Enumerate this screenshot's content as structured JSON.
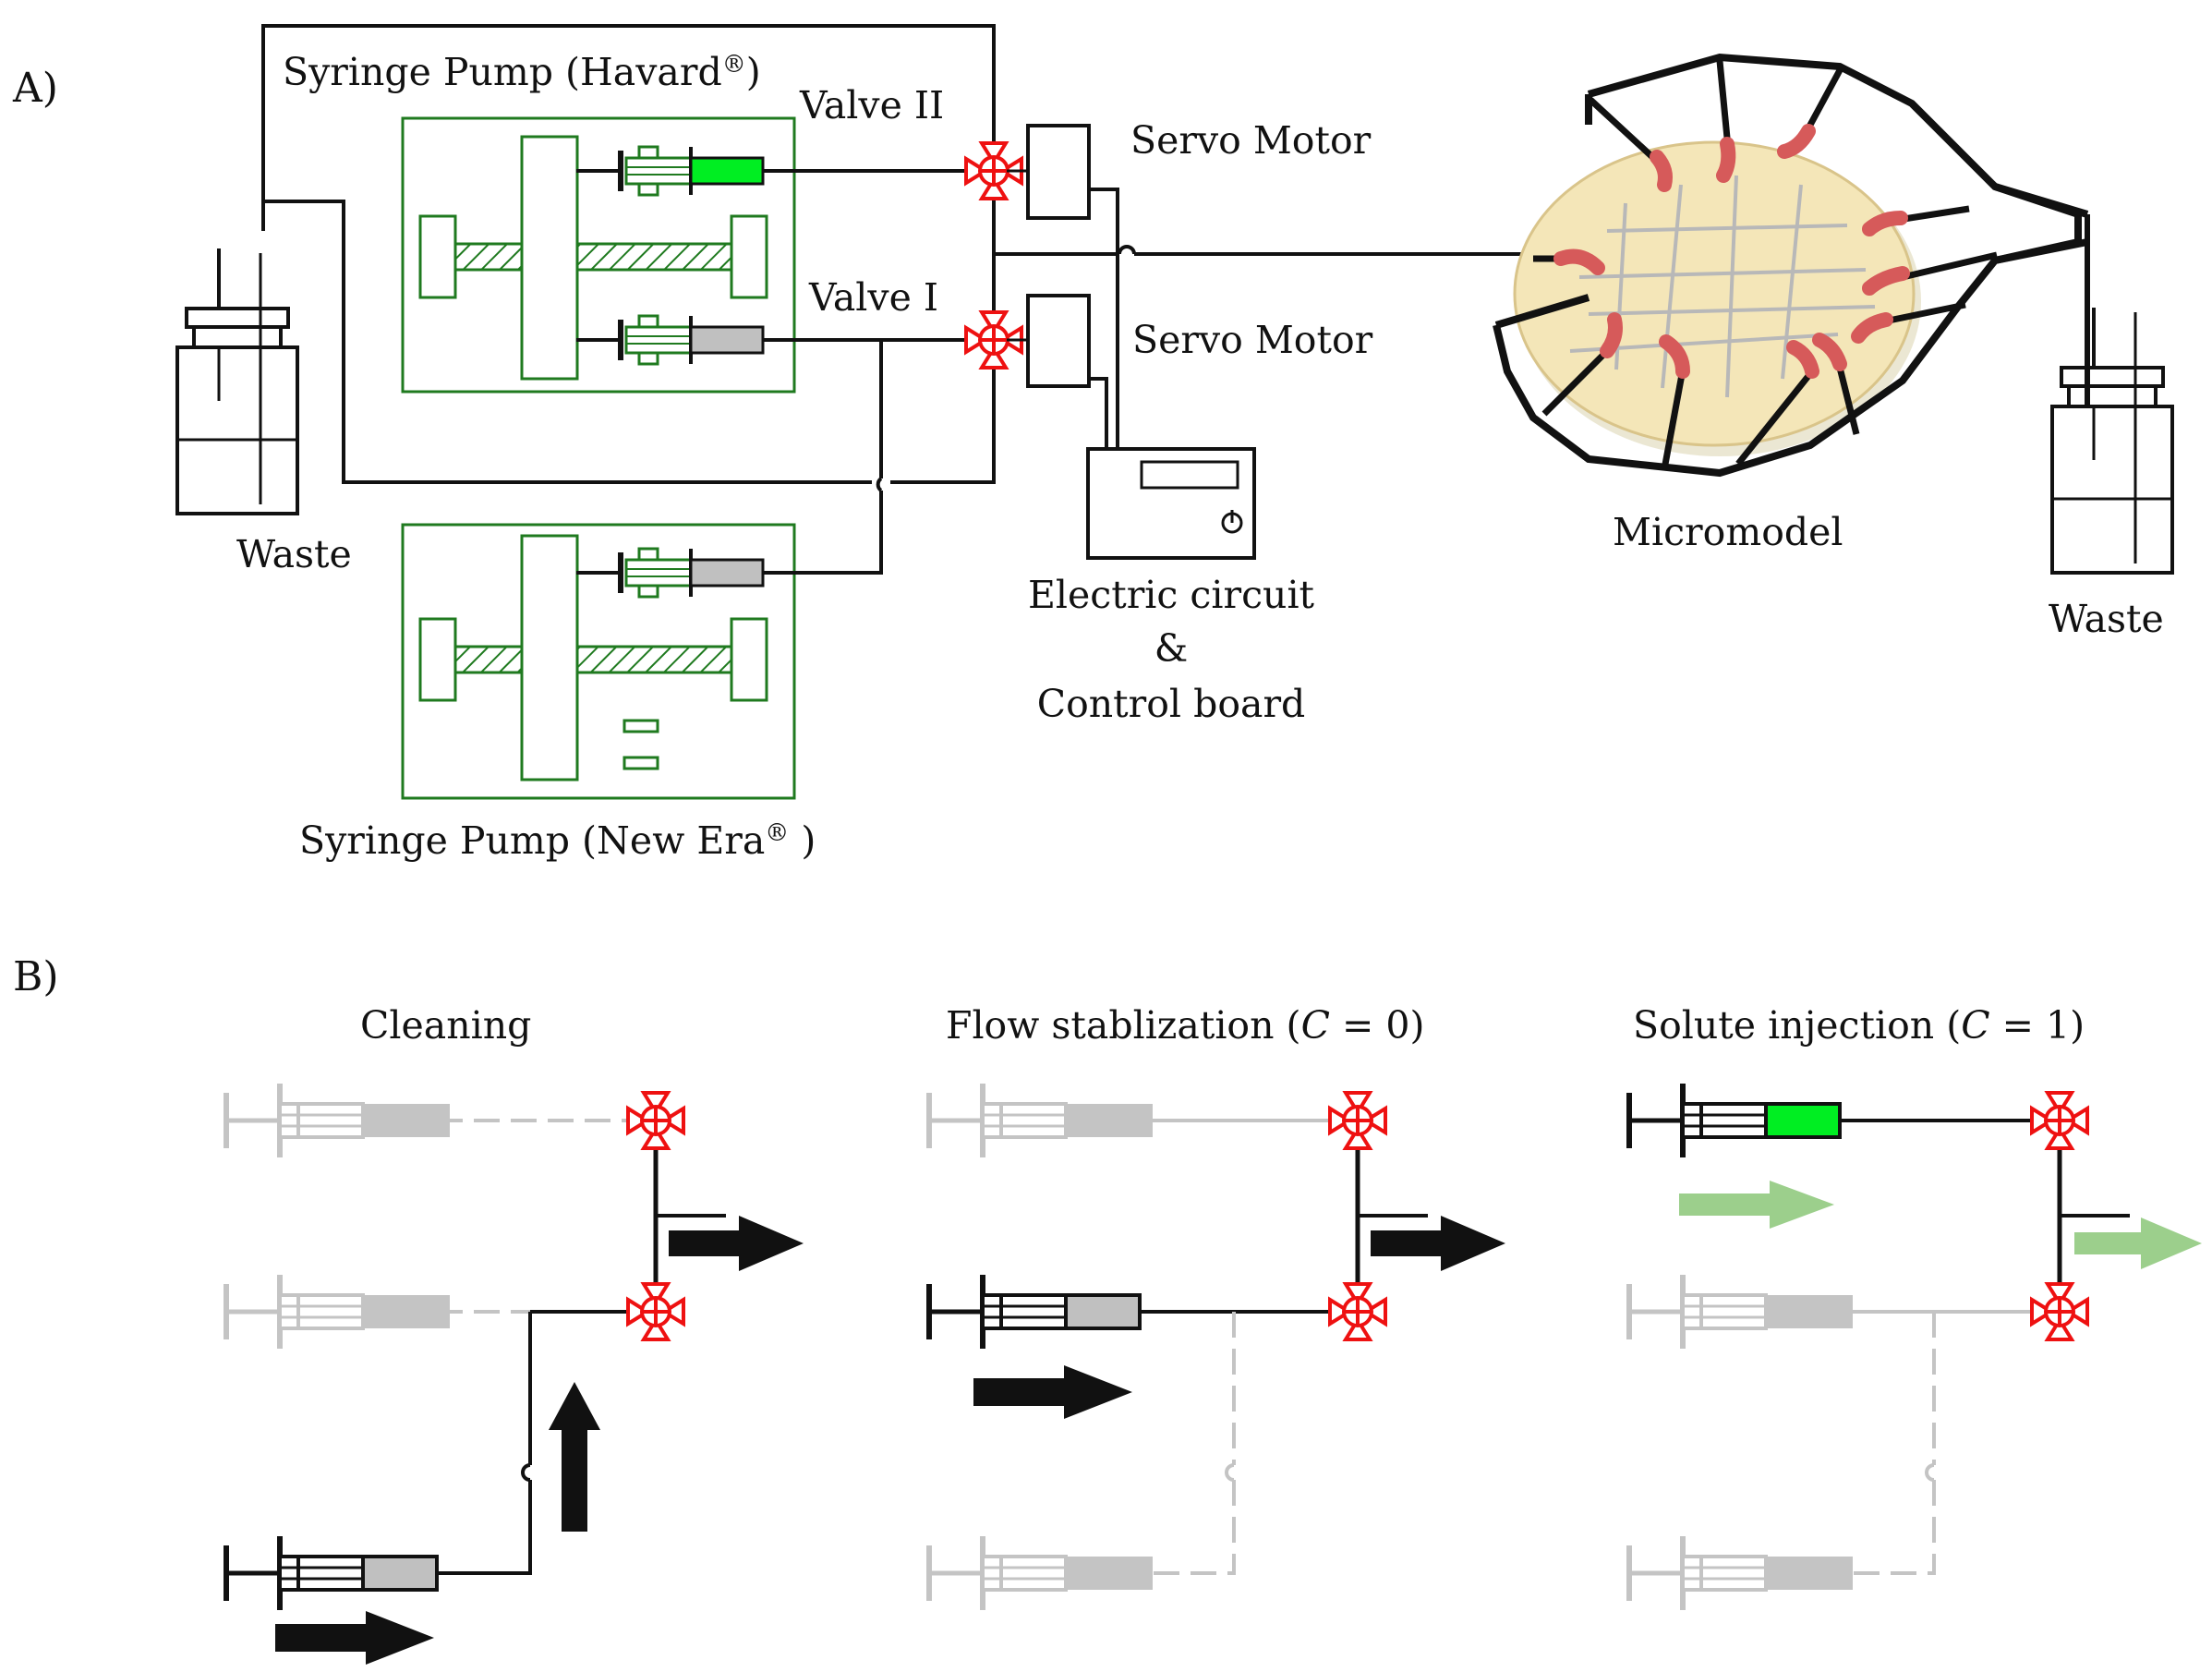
{
  "panel_a": {
    "label": "A)",
    "pump_havard": {
      "label": "Syringe Pump (Havard",
      "mark": "®",
      "close": ")"
    },
    "pump_newera": {
      "label": "Syringe Pump (New Era",
      "mark": "®",
      "close": " )"
    },
    "valve2": "Valve II",
    "valve1": "Valve I",
    "servo_top": "Servo Motor",
    "servo_bottom": "Servo Motor",
    "waste_left": "Waste",
    "waste_right": "Waste",
    "micromodel": "Micromodel",
    "circuit_line1": "Electric circuit",
    "circuit_line2": "&",
    "circuit_line3": "Control board"
  },
  "panel_b": {
    "label": "B)",
    "stages": [
      {
        "title": "Cleaning"
      },
      {
        "title": "Flow stablization (",
        "var": "C",
        "eq": " = 0)"
      },
      {
        "title": "Solute injection (",
        "var": "C",
        "eq": " = 1)"
      }
    ]
  },
  "colors": {
    "pump_frame": "#1f7a1f",
    "valve": "#ee1111",
    "solute": "#00ee22",
    "water": "#c0c0c0",
    "inactive": "#bdbdbd",
    "micromodel": "#f4e6b8",
    "tubing": "#d65a5a",
    "flow_green": "#9ccf8c"
  }
}
